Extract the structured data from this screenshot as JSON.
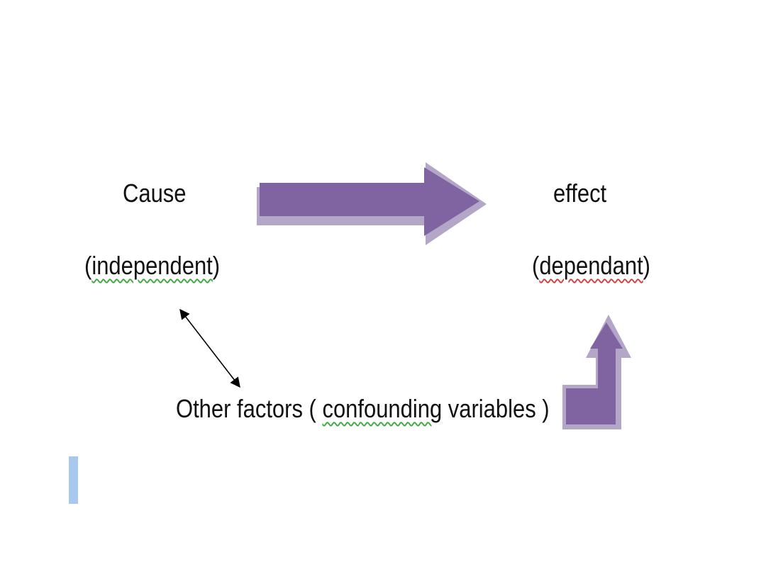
{
  "labels": {
    "cause": "Cause",
    "independent_open": "(",
    "independent_word": "independent",
    "independent_close": ")",
    "effect": "effect",
    "dependant_open": "(",
    "dependant_word": "dependant",
    "dependant_close": ")",
    "factors_prefix": "Other factors ( ",
    "factors_word": "confounding",
    "factors_suffix": " variables  )"
  },
  "colors": {
    "arrow_fill": "#8064a2",
    "arrow_shadow": "#b3a6c6",
    "connector": "#000000",
    "accent_bar": "#a9c8f0",
    "spell_green": "#3aa83a",
    "spell_red": "#d83a3a"
  },
  "icons": {
    "main_arrow": "right-block-arrow-icon",
    "bent_arrow": "bent-up-arrow-icon",
    "connector": "double-headed-arrow-icon"
  }
}
